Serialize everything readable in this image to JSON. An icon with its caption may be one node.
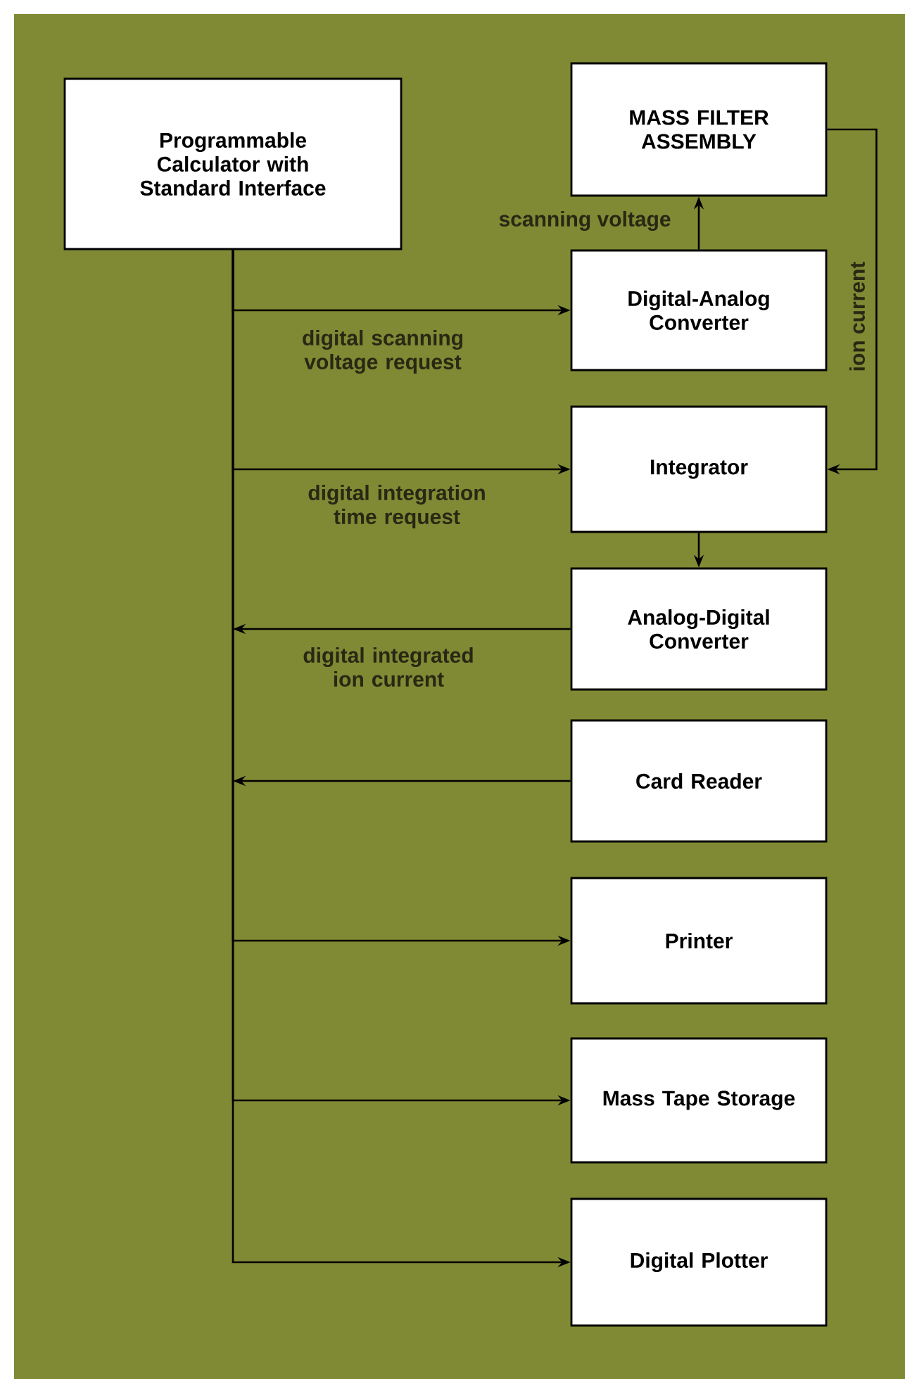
{
  "diagram": {
    "nodes": [
      {
        "text": [
          "Programmable Calculator with Standard Interface"
        ]
      },
      {
        "text": [
          "MASS FILTER ASSEMBLY"
        ]
      },
      {
        "text": [
          "Digital-Analog Converter"
        ]
      },
      {
        "text": [
          "Integrator"
        ]
      },
      {
        "text": [
          "Analog-Digital Converter"
        ]
      },
      {
        "text": [
          "Card Reader"
        ]
      },
      {
        "text": [
          "Printer"
        ]
      },
      {
        "text": [
          "Mass Tape Storage"
        ]
      },
      {
        "text": [
          "Digital Plotter"
        ]
      }
    ],
    "edges": [
      {
        "from": 2,
        "to": 1,
        "arrow": "to",
        "label": "scanning voltage"
      },
      {
        "from": 1,
        "to": 3,
        "arrow": "to",
        "label": "ion current"
      },
      {
        "from": 0,
        "to": 2,
        "arrow": "to",
        "label": "digital scanning voltage request"
      },
      {
        "from": 0,
        "to": 3,
        "arrow": "to",
        "label": "digital integration time request"
      },
      {
        "from": 3,
        "to": 4,
        "arrow": "to"
      },
      {
        "from": 4,
        "to": null,
        "arrow": "to",
        "label": "digital integrated ion current"
      },
      {
        "from": 5,
        "to": null,
        "arrow": "to"
      },
      {
        "from": 0,
        "to": 6,
        "arrow": "to"
      },
      {
        "from": 0,
        "to": 7,
        "arrow": "to"
      },
      {
        "from": 0,
        "to": 8,
        "arrow": "to"
      }
    ]
  }
}
